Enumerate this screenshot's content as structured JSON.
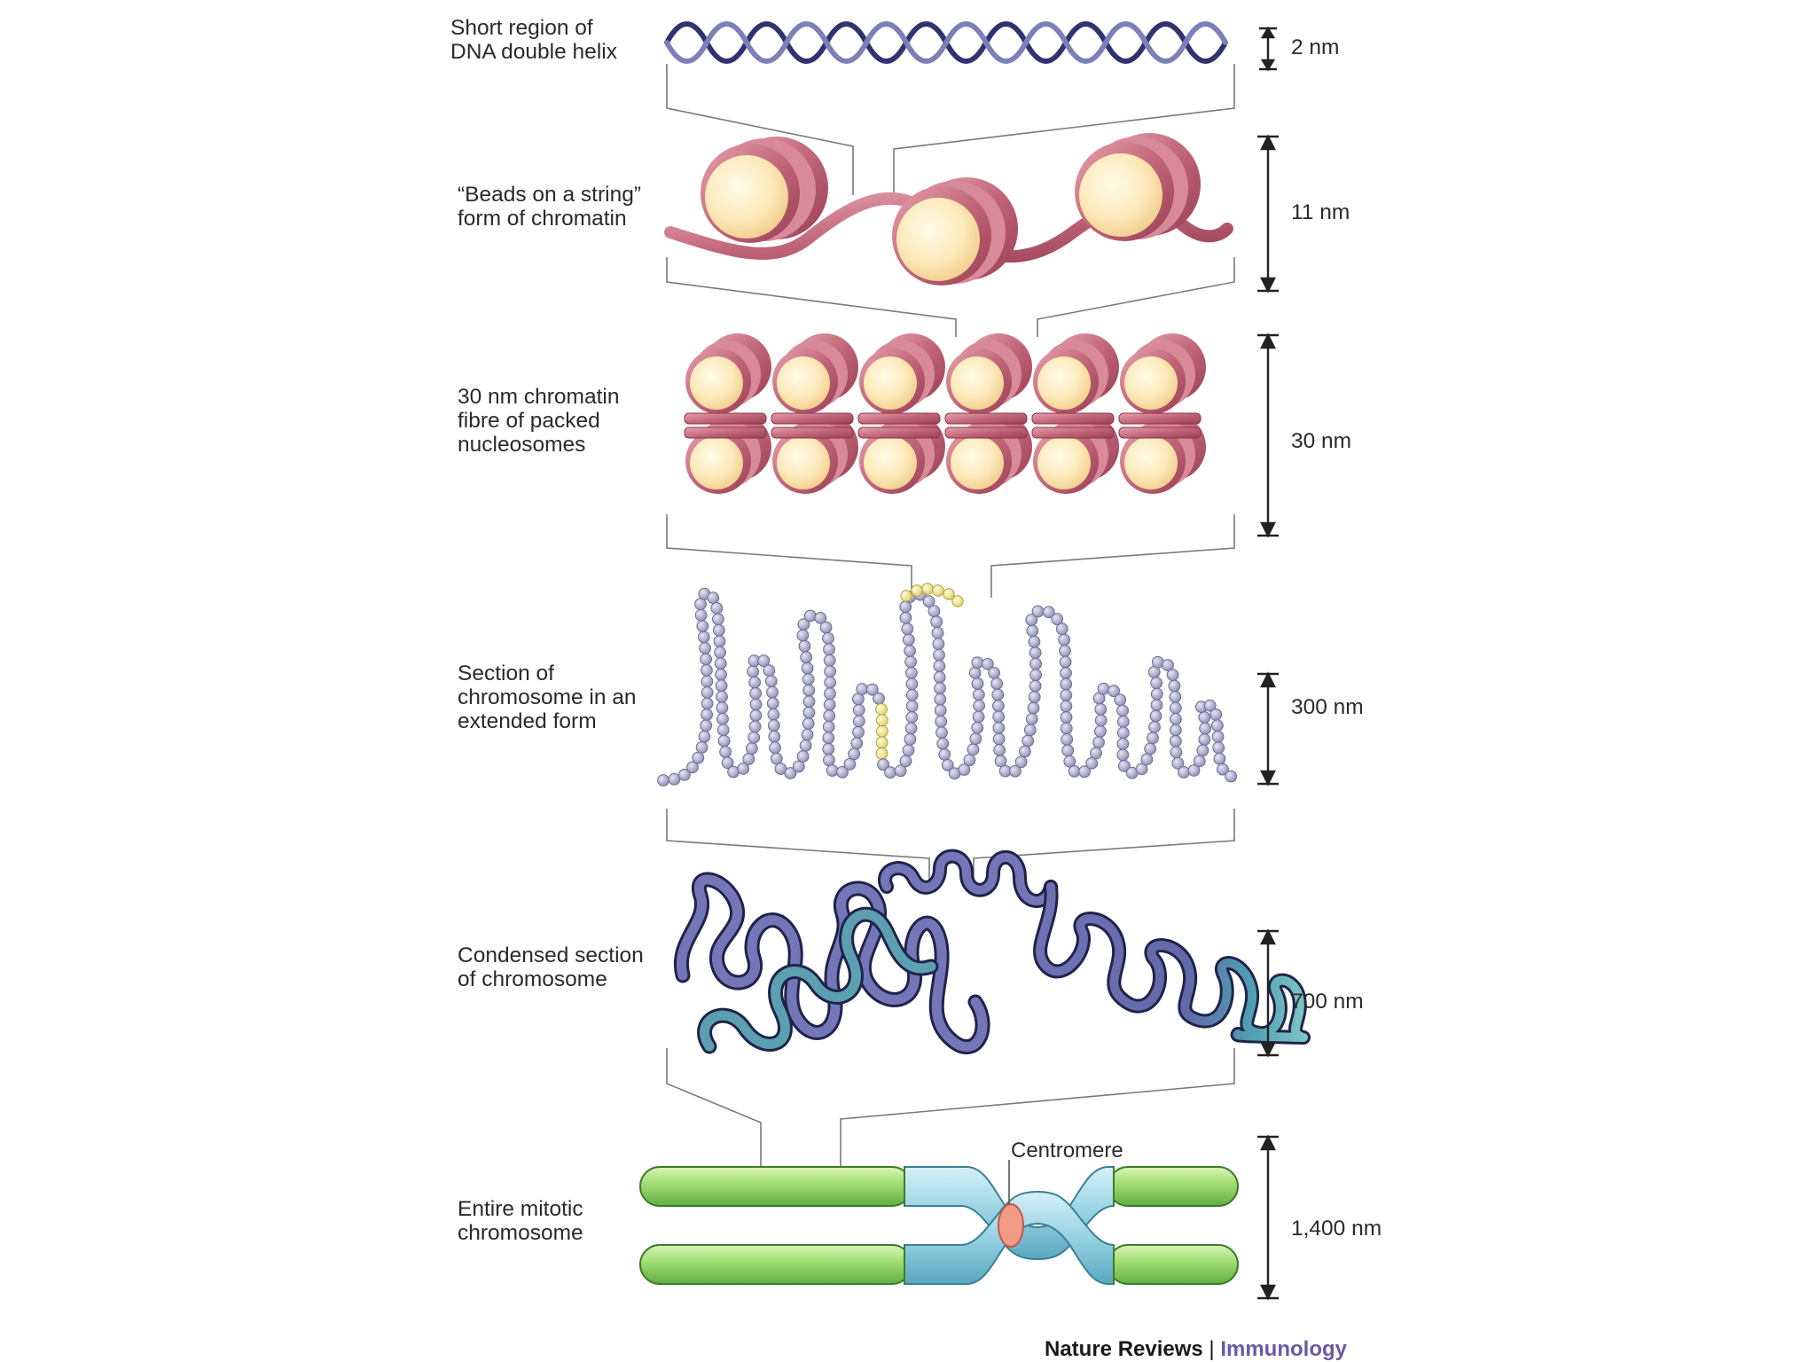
{
  "levels": [
    {
      "label_line1": "Short region of",
      "label_line2": "DNA double helix",
      "label_line3": "",
      "scale": "2 nm"
    },
    {
      "label_line1": "“Beads on a string”",
      "label_line2": "form of chromatin",
      "label_line3": "",
      "scale": "11 nm"
    },
    {
      "label_line1": "30 nm chromatin",
      "label_line2": "fibre of packed",
      "label_line3": "nucleosomes",
      "scale": "30 nm"
    },
    {
      "label_line1": "Section of",
      "label_line2": "chromosome in an",
      "label_line3": "extended form",
      "scale": "300 nm"
    },
    {
      "label_line1": "Condensed section",
      "label_line2": "of chromosome",
      "label_line3": "",
      "scale": "700 nm"
    },
    {
      "label_line1": "Entire mitotic",
      "label_line2": "chromosome",
      "label_line3": "",
      "scale": "1,400 nm"
    }
  ],
  "centromere_label": "Centromere",
  "credit": {
    "publisher": "Nature Reviews",
    "separator": "|",
    "journal": "Immunology"
  },
  "colors": {
    "dna": "#3a3f7a",
    "nucleosome_core": "#fdeec0",
    "nucleosome_wrap": "#b8566a",
    "loop_bead": "#a9a9c9",
    "loop_bead_highlight": "#f3eba0",
    "chromatid_arm": "#8fd36a",
    "chromatid_center": "#8fd0e0",
    "centromere": "#f0957f",
    "condensed_coil": "#6e72b0",
    "condensed_coil_accent": "#4aa6a8",
    "journal": "#6a5aa6"
  }
}
